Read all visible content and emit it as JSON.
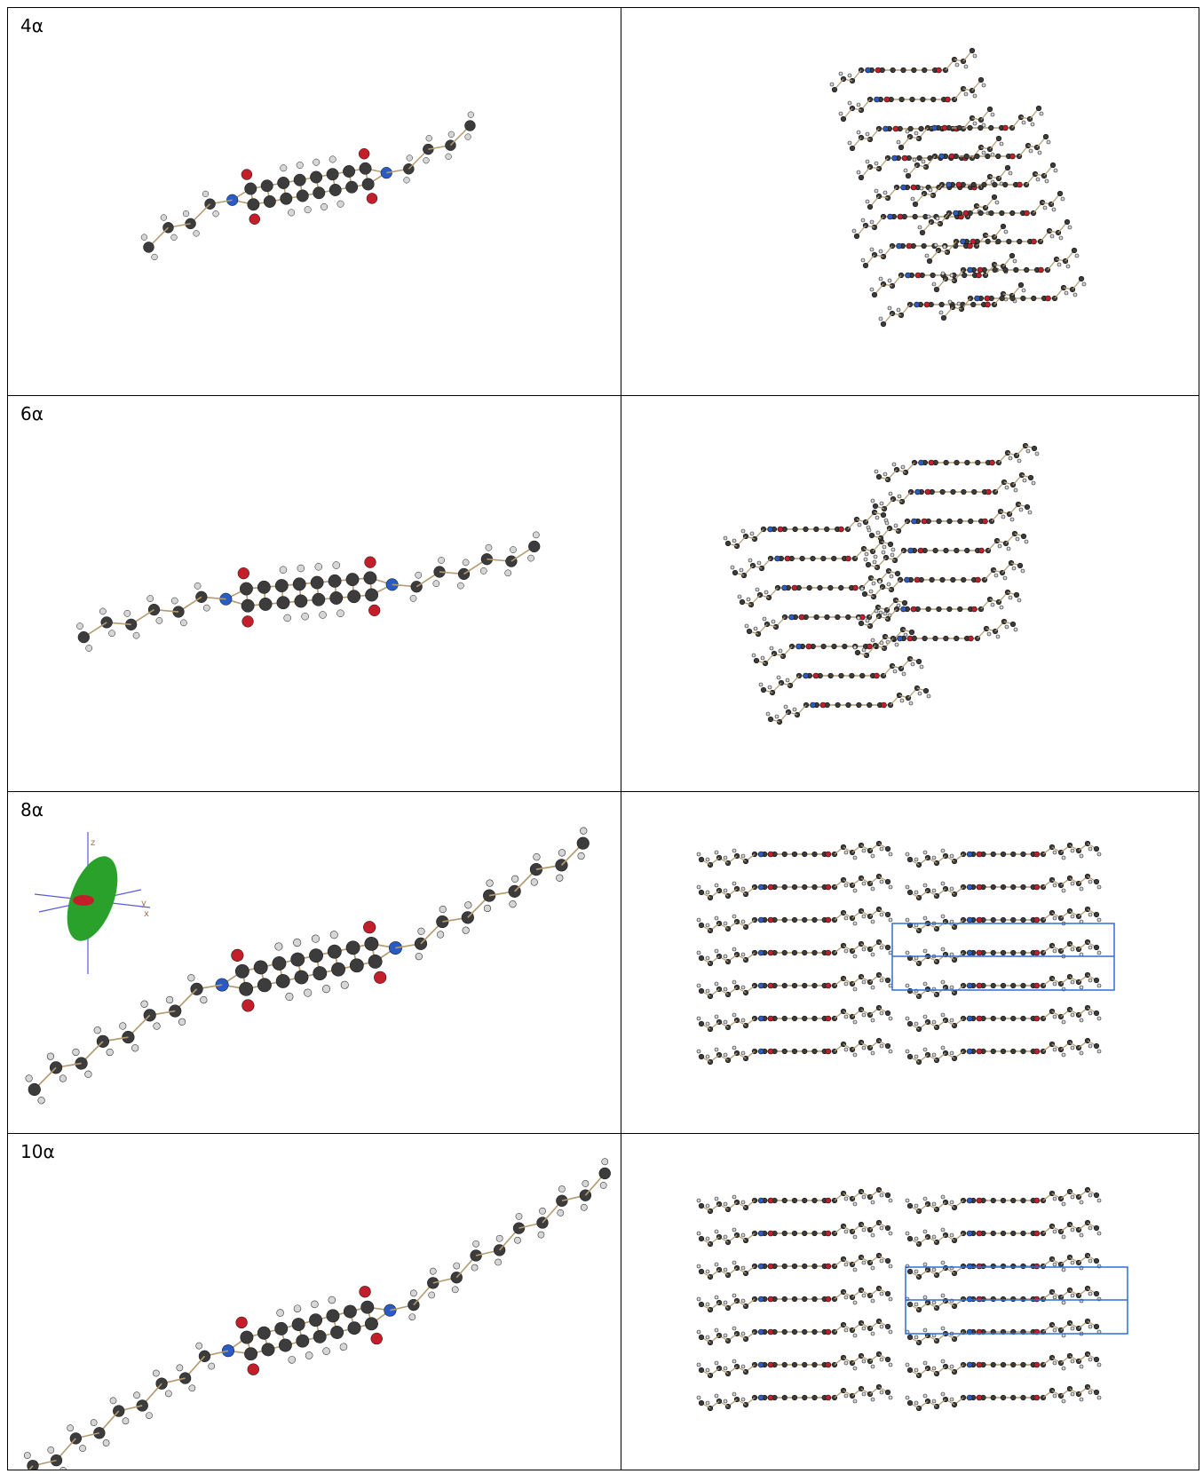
{
  "rows": [
    {
      "label": "4α"
    },
    {
      "label": "6α"
    },
    {
      "label": "8α"
    },
    {
      "label": "10α"
    }
  ],
  "axis_labels": {
    "z": "z",
    "y": "y",
    "x": "x"
  },
  "colors": {
    "carbon": "#3c3c3c",
    "hydrogen": "#d6d6d6",
    "oxygen": "#c41e2a",
    "nitrogen": "#2a5bc4",
    "bond": "#b49a6e",
    "unit_cell": "#2f6fd6",
    "orbital": "#2aa12a",
    "axes": "#5a5adc"
  }
}
